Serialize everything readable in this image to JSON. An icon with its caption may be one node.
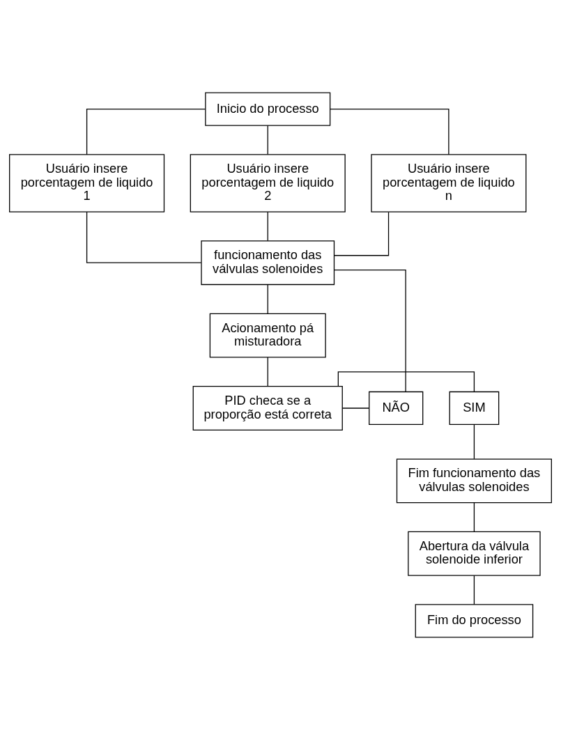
{
  "diagram": {
    "nodes": [
      {
        "text": [
          "Inicio do processo"
        ]
      },
      {
        "text": [
          "Usuário insere porcentagem de liquido 1"
        ]
      },
      {
        "text": [
          "Usuário insere porcentagem de liquido 2"
        ]
      },
      {
        "text": [
          "Usuário insere porcentagem de liquido n"
        ]
      },
      {
        "text": [
          "funcionamento das válvulas solenoides"
        ]
      },
      {
        "text": [
          "Acionamento pá misturadora"
        ]
      },
      {
        "text": [
          "SIM"
        ]
      },
      {
        "text": [
          "PID checa se a proporção está correta"
        ]
      },
      {
        "text": [
          "NÃO"
        ]
      },
      {
        "text": [
          "Fim funcionamento das válvulas solenoides"
        ]
      },
      {
        "text": [
          "Abertura da válvula solenoide inferior"
        ]
      },
      {
        "text": [
          "Fim do processo"
        ]
      }
    ],
    "edges": [
      {
        "from": 0,
        "to": 1,
        "arrow": "none"
      },
      {
        "from": 0,
        "to": 2,
        "arrow": "none"
      },
      {
        "from": 0,
        "to": 3,
        "arrow": "none"
      },
      {
        "from": 1,
        "to": 4,
        "arrow": "none"
      },
      {
        "from": 2,
        "to": 4,
        "arrow": "none"
      },
      {
        "from": 3,
        "to": 4,
        "arrow": "none"
      },
      {
        "from": 4,
        "to": 5,
        "arrow": "none"
      },
      {
        "from": 5,
        "to": 7,
        "arrow": "none"
      },
      {
        "from": 7,
        "to": 6,
        "arrow": "none"
      },
      {
        "from": 7,
        "to": 8,
        "arrow": "none"
      },
      {
        "from": 8,
        "to": 4,
        "arrow": "none"
      },
      {
        "from": 6,
        "to": 9,
        "arrow": "none"
      },
      {
        "from": 9,
        "to": 10,
        "arrow": "none"
      },
      {
        "from": 10,
        "to": 11,
        "arrow": "none"
      }
    ]
  }
}
